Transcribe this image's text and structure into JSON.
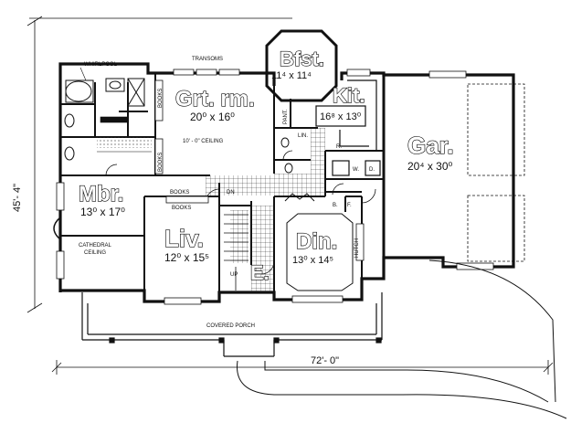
{
  "overall": {
    "width_dim": "72'- 0\"",
    "depth_dim": "45'- 4\""
  },
  "rooms": {
    "breakfast": {
      "name": "Bfst.",
      "dim": "11⁴ x 11⁴"
    },
    "great_room": {
      "name": "Grt. rm.",
      "dim": "20⁰ x 16⁰",
      "note": "10' - 0\" CEILING"
    },
    "kitchen": {
      "name": "Kit.",
      "dim": "16⁸ x 13⁰"
    },
    "master_bedroom": {
      "name": "Mbr.",
      "dim": "13⁰ x 17⁰"
    },
    "living": {
      "name": "Liv.",
      "dim": "12⁰ x 15⁵"
    },
    "dining": {
      "name": "Din.",
      "dim": "13⁰ x 14⁵"
    },
    "garage": {
      "name": "Gar.",
      "dim": "20⁴ x 30⁰"
    },
    "entry": {
      "name": "E."
    }
  },
  "labels": {
    "whirlpool": "WHIRLPOOL",
    "transoms": "TRANSOMS",
    "books_1": "BOOKS",
    "books_2": "BOOKS",
    "books_3": "BOOKS",
    "books_4": "BOOKS",
    "pantry": "PANT.",
    "linen": "LIN.",
    "washer": "W.",
    "dryer": "D.",
    "bench": "B.",
    "fridge": "F.",
    "refrigerator": "R.",
    "hutch": "HUTCH",
    "dn": "DN",
    "up": "UP",
    "cathedral_1": "CATHEDRAL",
    "cathedral_2": "CEILING",
    "covered_porch": "COVERED PORCH"
  }
}
